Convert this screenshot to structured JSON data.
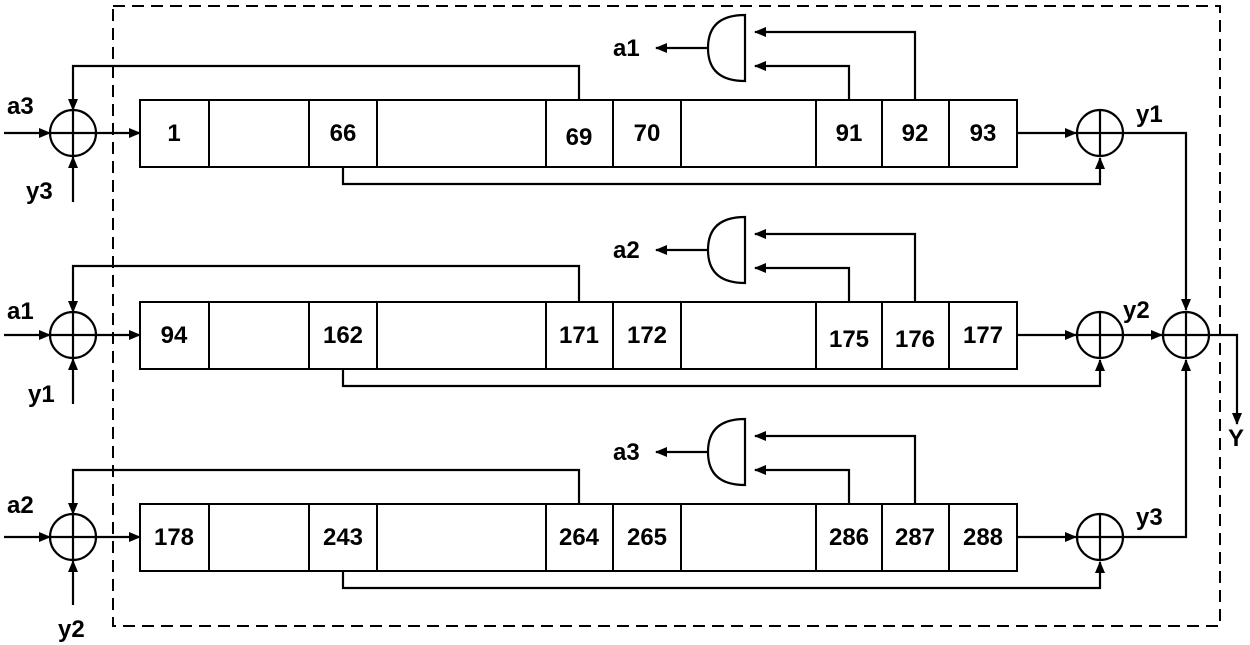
{
  "registers": [
    {
      "name": "register-1",
      "cells": [
        "1",
        "",
        "66",
        "",
        "69",
        "70",
        "",
        "91",
        "92",
        "93"
      ],
      "input_label": "a3",
      "feedback_label": "y3",
      "and_output_label": "a1",
      "output_label": "y1"
    },
    {
      "name": "register-2",
      "cells": [
        "94",
        "",
        "162",
        "",
        "171",
        "172",
        "",
        "175",
        "176",
        "177"
      ],
      "input_label": "a1",
      "feedback_label": "y1",
      "and_output_label": "a2",
      "output_label": "y2"
    },
    {
      "name": "register-3",
      "cells": [
        "178",
        "",
        "243",
        "",
        "264",
        "265",
        "",
        "286",
        "287",
        "288"
      ],
      "input_label": "a2",
      "feedback_label": "y2",
      "and_output_label": "a3",
      "output_label": "y3"
    }
  ],
  "final_output_label": "Y"
}
